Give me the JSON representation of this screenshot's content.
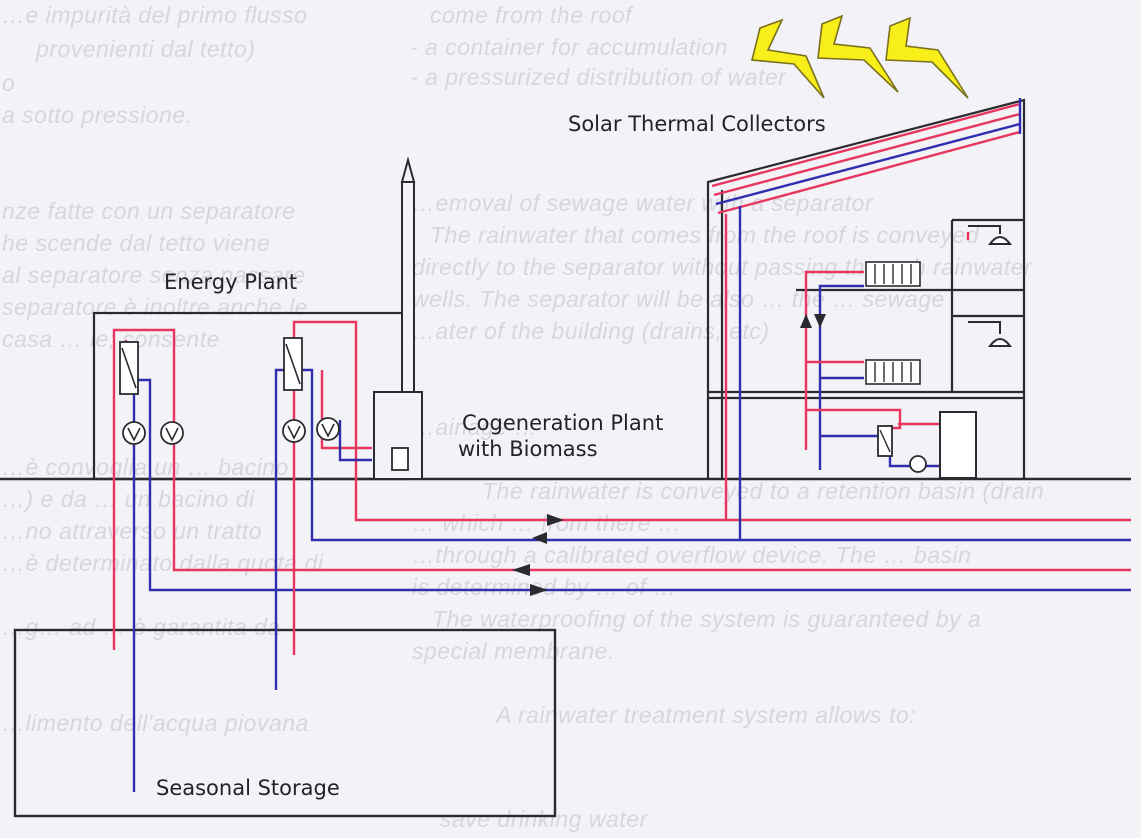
{
  "labels": {
    "solar": "Solar Thermal Collectors",
    "energy": "Energy Plant",
    "cogen_line1": "Cogeneration Plant",
    "cogen_line2": "with Biomass",
    "storage": "Seasonal Storage"
  },
  "bleed_through": {
    "left": [
      "…e impurità del primo flusso",
      "provenienti dal tetto)",
      "o",
      "a sotto pressione.",
      "nze fatte con un separatore",
      "he scende dal tetto viene",
      "al separatore senza passare",
      "separatore è inoltre anche le",
      "casa … le; consente",
      "…è convoglia un … bacino",
      "…) e da … un bacino di",
      "…no attraverso un tratto",
      "…è determinato dalla quota di",
      "…g… ad … è garantita da",
      "…limento dell'acqua piovana"
    ],
    "right": [
      "come from the roof",
      "- a container for accumulation",
      "- a pressurized distribution of water",
      "…emoval of sewage water with a separator",
      "The rainwater that comes from the roof is conveyed",
      "directly to the separator without passing through rainwater",
      "wells. The separator will be also … the … sewage",
      "…ater of the building (drains, etc)",
      "…ainage …",
      "The rainwater is conveyed to a retention basin (drain",
      "… which … from there …",
      "…through a calibrated overflow device. The … basin",
      "is determined by … of …",
      "The waterproofing of the system is guaranteed by a",
      "special membrane.",
      "A rainwater treatment system allows to:",
      "save drinking water"
    ]
  },
  "colors": {
    "hot_pipe": "#e8365f",
    "cold_pipe": "#2f2fb0",
    "outline": "#2a2a30",
    "sun_fill": "#f7ee1a",
    "sun_stroke": "#7a7020",
    "ghost_text": "#d7d6e0"
  },
  "icons": [
    "lightning-icon",
    "heat-exchanger-icon",
    "pump-icon",
    "radiator-icon",
    "shower-icon",
    "flow-arrow-icon"
  ]
}
